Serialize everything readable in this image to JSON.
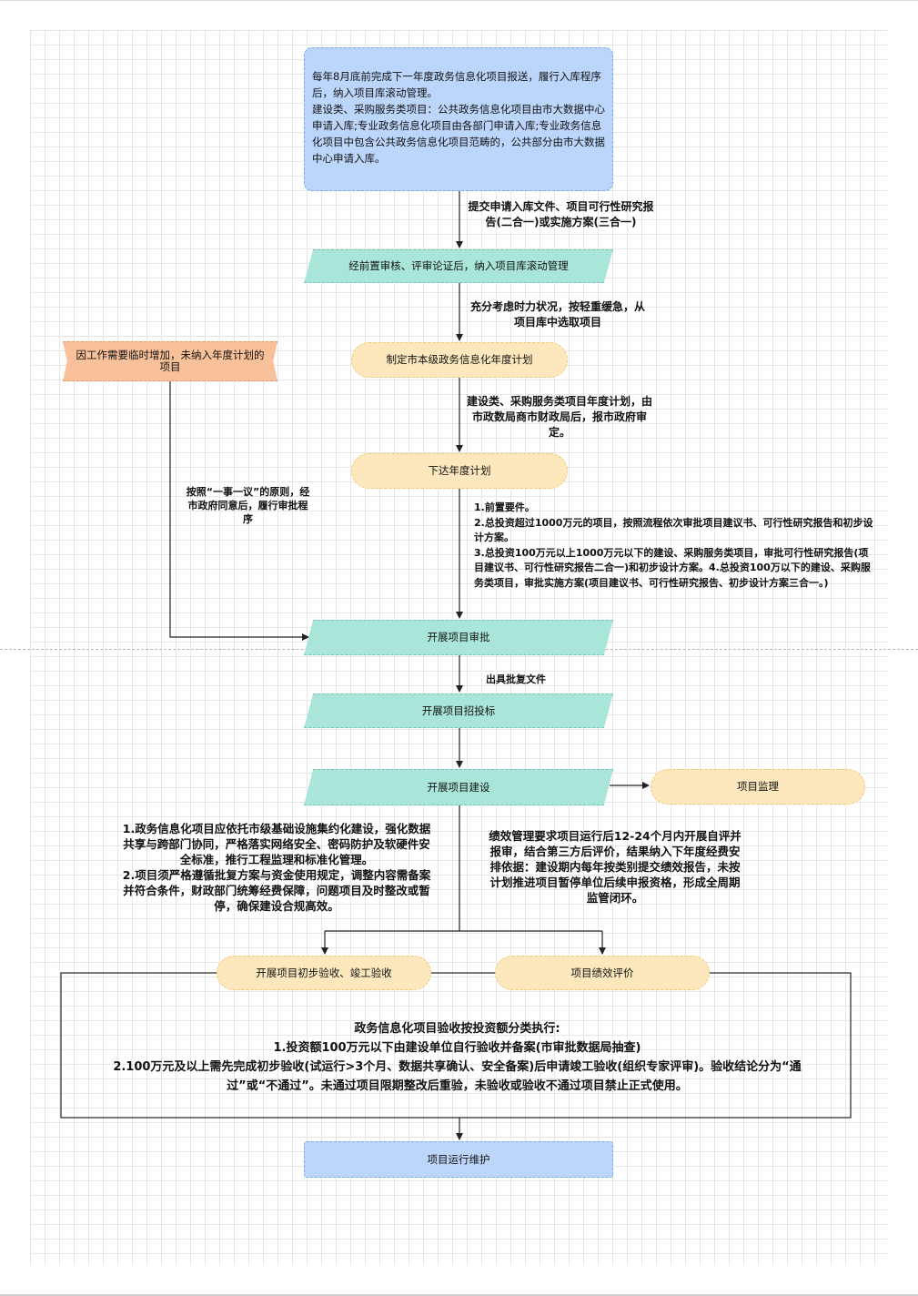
{
  "nodes": {
    "intro": "每年8月底前完成下一年度政务信息化项目报送，履行入库程序后，纳入项目库滚动管理。\n建设类、采购服务类项目：公共政务信息化项目由市大数据中心申请入库;专业政务信息化项目由各部门申请入库;专业政务信息化项目中包含公共政务信息化项目范畴的，公共部分由市大数据中心申请入库。",
    "review": "经前置审核、评审论证后，纳入项目库滚动管理",
    "plan": "制定市本级政务信息化年度计划",
    "issue": "下达年度计划",
    "temporary": "因工作需要临时增加，未纳入年度计划的项目",
    "approval": "开展项目审批",
    "bidding": "开展项目招投标",
    "construction": "开展项目建设",
    "supervision": "项目监理",
    "acceptance": "开展项目初步验收、竣工验收",
    "performance": "项目绩效评价",
    "operation": "项目运行维护"
  },
  "edges": {
    "submit": "提交申请入库文件、项目可行性研究报告(二合一)或实施方案(三合一)",
    "select": "充分考虑时力状况，按轻重缓急，从项目库中选取项目",
    "plan_review": "建设类、采购服务类项目年度计划，由市政数局商市财政局后，报市政府审定。",
    "one_by_one": "按照“一事一议”的原则，经市政府同意后，履行审批程序",
    "approval_reqs": [
      "1.前置要件。",
      "2.总投资超过1000万元的项目，按照流程依次审批项目建议书、可行性研究报告和初步设计方案。",
      "3.总投资100万元以上1000万元以下的建设、采购服务类项目，审批可行性研究报告(项目建议书、可行性研究报告二合一)和初步设计方案。4.总投资100万以下的建设、采购服务类项目，审批实施方案(项目建议书、可行性研究报告、初步设计方案三合一。)"
    ],
    "reply": "出具批复文件"
  },
  "notes": {
    "construction_left": [
      "1.政务信息化项目应依托市级基础设施集约化建设，强化数据共享与跨部门协同，严格落实网络安全、密码防护及软硬件安全标准，推行工程监理和标准化管理。",
      "2.项目须严格遵循批复方案与资金使用规定，调整内容需备案并符合条件，财政部门统筹经费保障，问题项目及时整改或暂停，确保建设合规高效。"
    ],
    "performance_right": "绩效管理要求项目运行后12-24个月内开展自评并报审，结合第三方后评价，结果纳入下年度经费安排依据：建设期内每年按类别提交绩效报告，未按计划推进项目暂停单位后续申报资格，形成全周期监管闭环。",
    "acceptance_box": [
      "政务信息化项目验收按投资额分类执行:",
      "1.投资额100万元以下由建设单位自行验收并备案(市审批数据局抽查)",
      "2.100万元及以上需先完成初步验收(试运行>3个月、数据共享确认、安全备案)后申请竣工验收(组织专家评审)。验收结论分为“通过”或“不通过”。未通过项目限期整改后重验，未验收或验收不通过项目禁止正式使用。"
    ]
  },
  "colors": {
    "blue_fill": "#bcd6fb",
    "teal_fill": "#a9e6d9",
    "cream_fill": "#fde8bd",
    "orange_fill": "#f9c19a",
    "line": "#222222"
  }
}
